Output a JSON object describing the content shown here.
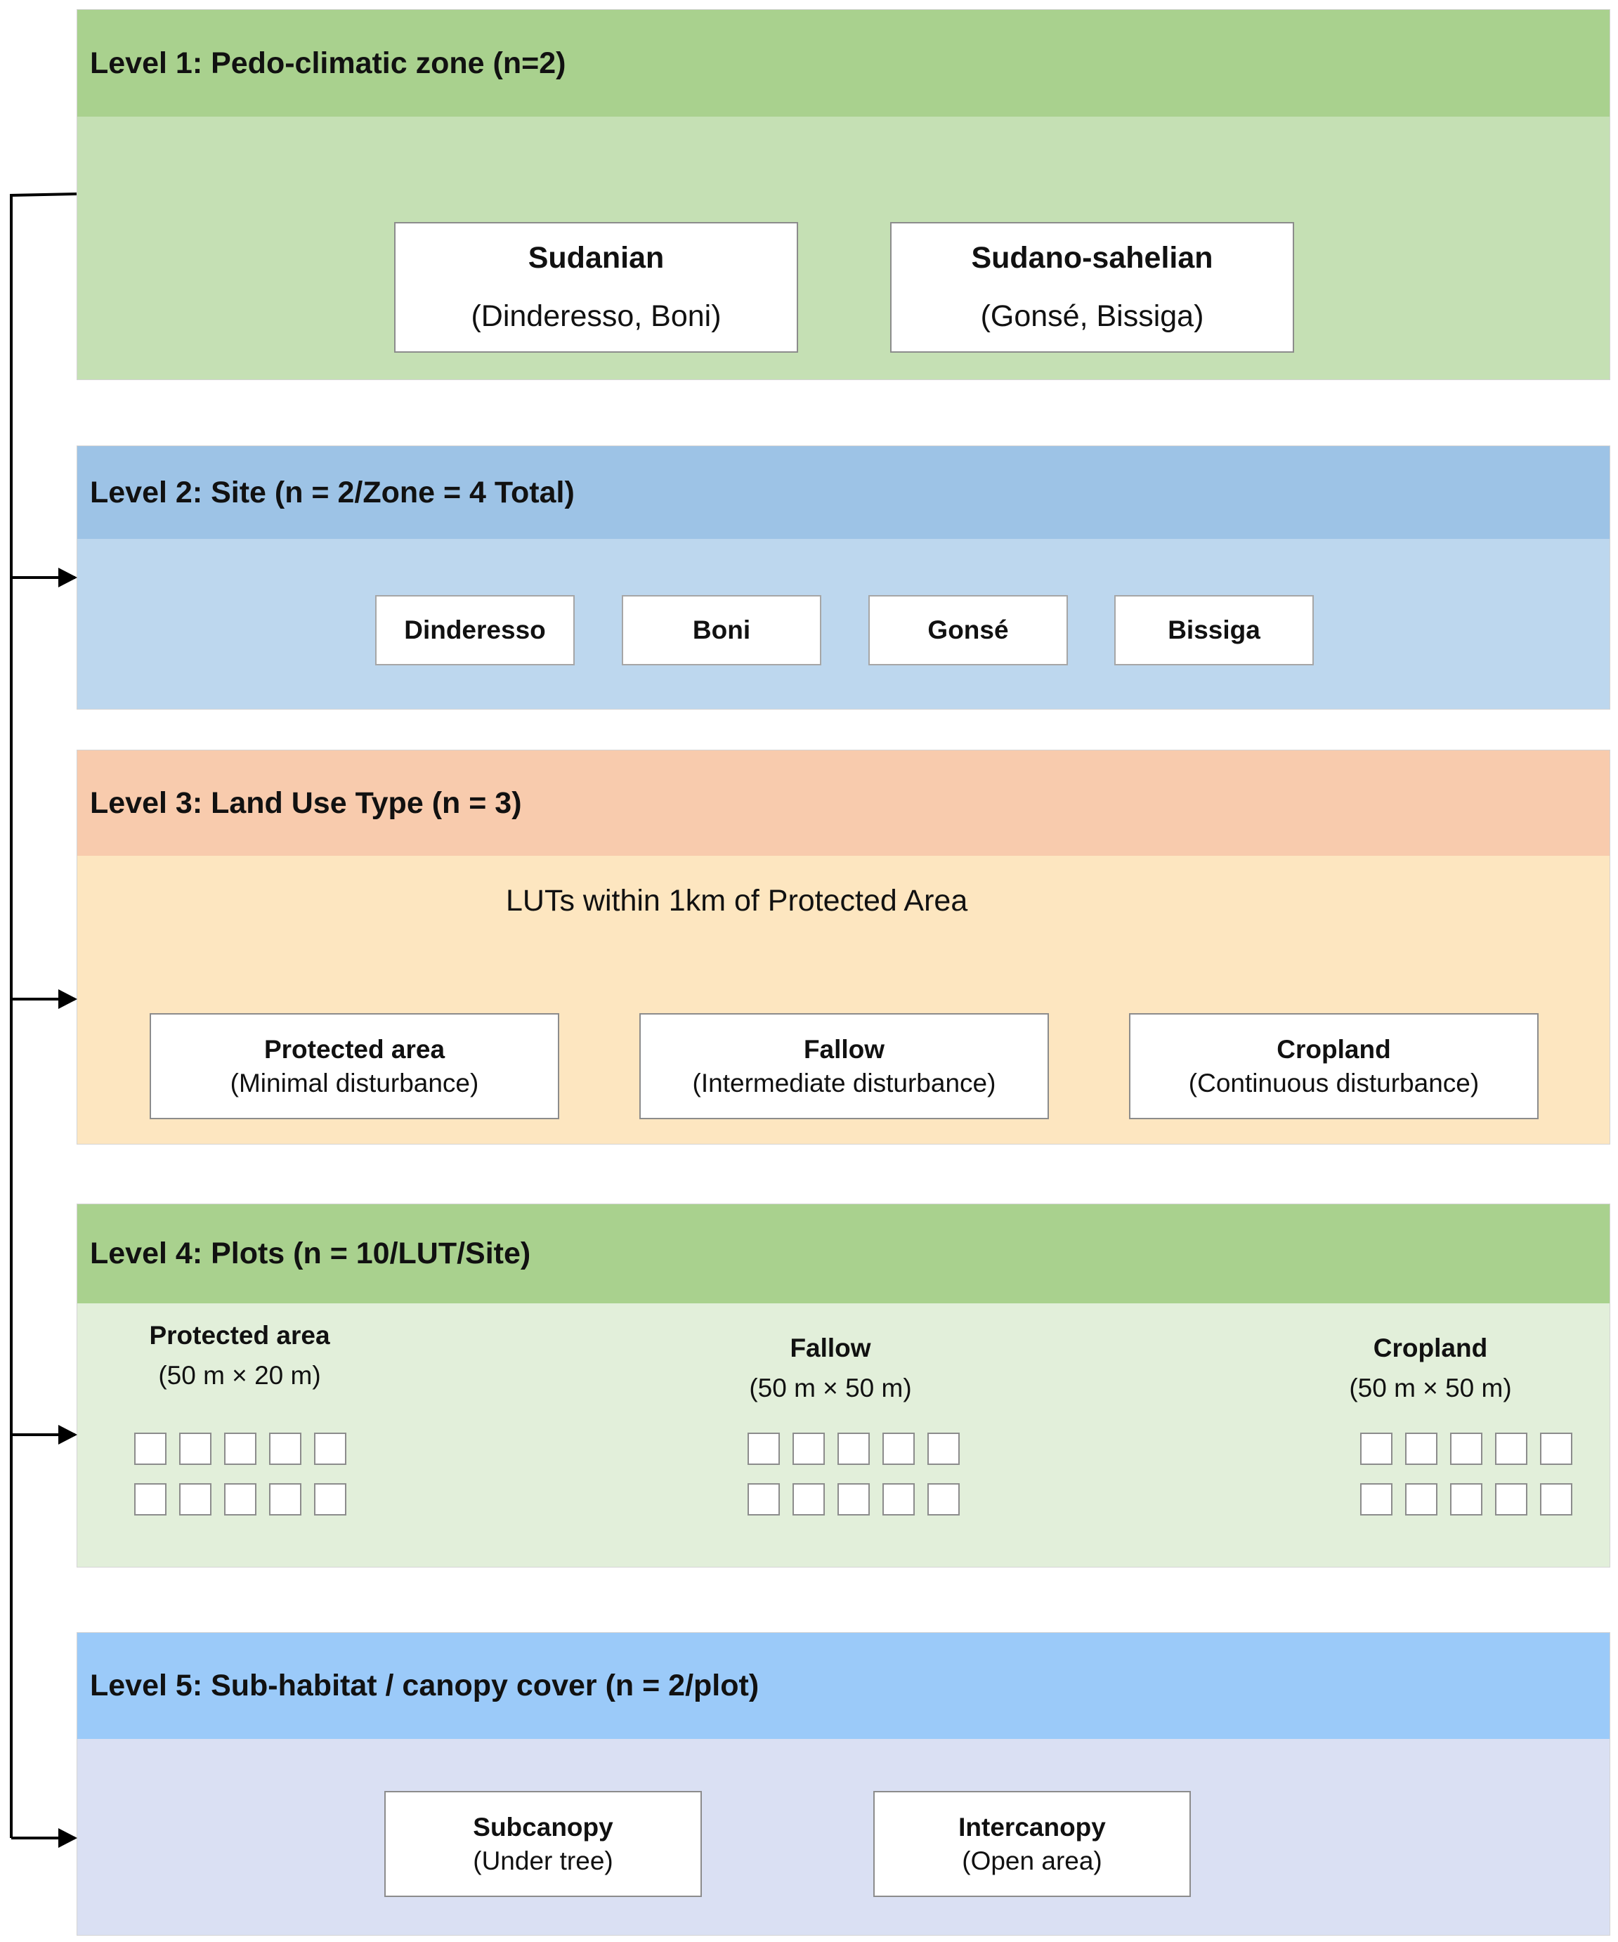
{
  "levels": [
    {
      "title": "Level 1: Pedo-climatic zone (n=2)",
      "colors": {
        "header": "#a9d18e",
        "body": "#c5e0b4"
      },
      "boxes": [
        {
          "name": "Sudanian",
          "sub": "(Dinderesso, Boni)"
        },
        {
          "name": "Sudano-sahelian",
          "sub": "(Gonsé, Bissiga)"
        }
      ]
    },
    {
      "title": "Level 2: Site (n = 2/Zone = 4 Total)",
      "colors": {
        "header": "#9dc3e6",
        "body": "#bdd7ee"
      },
      "boxes": [
        {
          "name": "Dinderesso"
        },
        {
          "name": "Boni"
        },
        {
          "name": "Gonsé"
        },
        {
          "name": "Bissiga"
        }
      ]
    },
    {
      "title": "Level 3: Land Use Type (n = 3)",
      "colors": {
        "header": "#f8cbad",
        "body": "#fde6c0"
      },
      "caption": "LUTs within 1km of Protected Area",
      "boxes": [
        {
          "name": "Protected area",
          "sub": "(Minimal disturbance)"
        },
        {
          "name": "Fallow",
          "sub": "(Intermediate disturbance)"
        },
        {
          "name": "Cropland",
          "sub": "(Continuous disturbance)"
        }
      ]
    },
    {
      "title": "Level 4: Plots (n = 10/LUT/Site)",
      "colors": {
        "header": "#a9d18e",
        "body": "#e2efda"
      },
      "groups": [
        {
          "name": "Protected area",
          "size": "(50 m × 20 m)",
          "plots": 10
        },
        {
          "name": "Fallow",
          "size": "(50 m × 50 m)",
          "plots": 10
        },
        {
          "name": "Cropland",
          "size": "(50 m × 50 m)",
          "plots": 10
        }
      ]
    },
    {
      "title": "Level 5: Sub-habitat / canopy cover (n = 2/plot)",
      "colors": {
        "header": "#9bcaf9",
        "body": "#dae0f3"
      },
      "boxes": [
        {
          "name": "Subcanopy",
          "sub": "(Under tree)"
        },
        {
          "name": "Intercanopy",
          "sub": "(Open area)"
        }
      ]
    }
  ]
}
